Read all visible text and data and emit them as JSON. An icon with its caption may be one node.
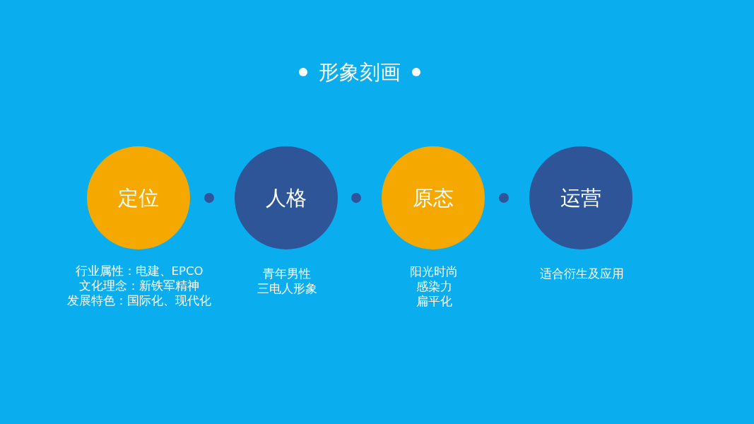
{
  "diagram": {
    "title": "形象刻画",
    "nodes": [
      {
        "text": [
          "定位"
        ],
        "beside": [
          "行业属性：电建、EPCO",
          "文化理念：新铁军精神",
          "发展特色：国际化、现代化"
        ]
      },
      {
        "text": [
          "人格"
        ],
        "beside": [
          "青年男性",
          "三电人形象"
        ]
      },
      {
        "text": [
          "原态"
        ],
        "beside": [
          "阳光时尚",
          "感染力",
          "扁平化"
        ]
      },
      {
        "text": [
          "运营"
        ],
        "beside": [
          "适合衍生及应用"
        ]
      }
    ]
  }
}
